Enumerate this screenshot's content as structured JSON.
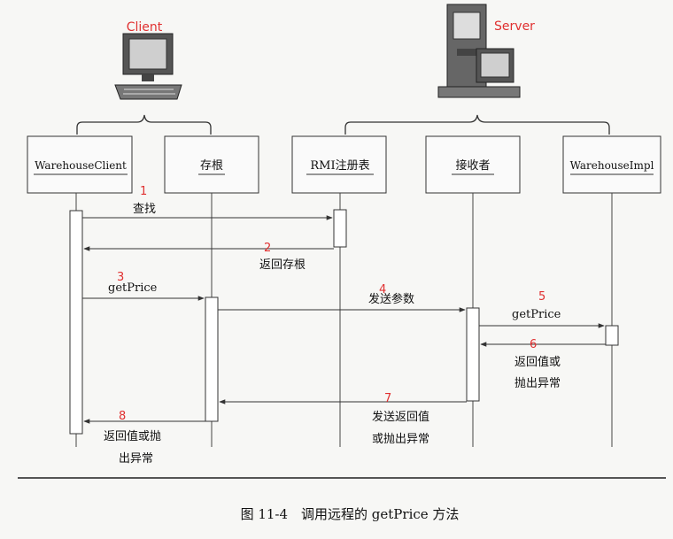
{
  "diagram": {
    "groups": {
      "client": "Client",
      "server": "Server"
    },
    "objects": {
      "warehouse_client": "WarehouseClient",
      "stub": "存根",
      "rmi_registry": "RMI注册表",
      "receiver": "接收者",
      "warehouse_impl": "WarehouseImpl"
    },
    "messages": [
      {
        "number": "1",
        "label": "查找"
      },
      {
        "number": "2",
        "label": "返回存根"
      },
      {
        "number": "3",
        "label": "getPrice"
      },
      {
        "number": "4",
        "label": "发送参数"
      },
      {
        "number": "5",
        "label": "getPrice"
      },
      {
        "number": "6",
        "label_line1": "返回值或",
        "label_line2": "抛出异常"
      },
      {
        "number": "7",
        "label_line1": "发送返回值",
        "label_line2": "或抛出异常"
      },
      {
        "number": "8",
        "label_line1": "返回值或抛",
        "label_line2": "出异常"
      }
    ],
    "caption": "图 11-4　调用远程的 getPrice 方法",
    "colors": {
      "step_number": "#e03030",
      "group_label": "#e03030",
      "line": "#333333",
      "background": "#f7f7f5"
    }
  }
}
